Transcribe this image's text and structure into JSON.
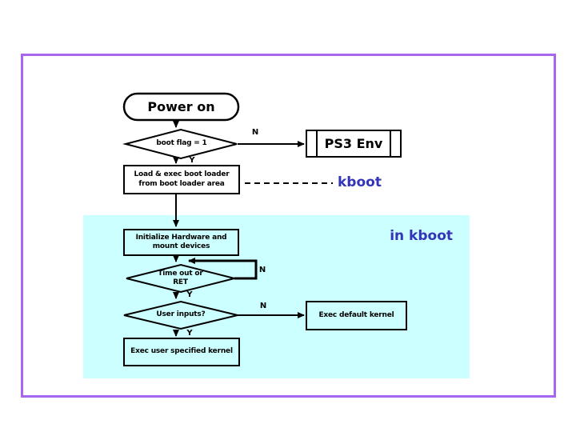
{
  "colors": {
    "border": "#a865ef",
    "region": "#ccffff",
    "accent": "#3434b8"
  },
  "flowchart": {
    "power_on": "Power on",
    "boot_flag": "boot flag = 1",
    "ps3_env": "PS3 Env",
    "load_boot_loader": {
      "line1": "Load & exec boot loader",
      "line2": "from boot loader area"
    },
    "kboot_label": "kboot",
    "in_kboot_label": "in kboot",
    "init_hardware": {
      "line1": "Initialize Hardware and",
      "line2": "mount devices"
    },
    "timeout": {
      "line1": "Time out or",
      "line2": "RET"
    },
    "user_inputs": "User inputs?",
    "exec_default": "Exec default kernel",
    "exec_user": "Exec user specified kernel",
    "branch": {
      "yes": "Y",
      "no": "N"
    }
  }
}
